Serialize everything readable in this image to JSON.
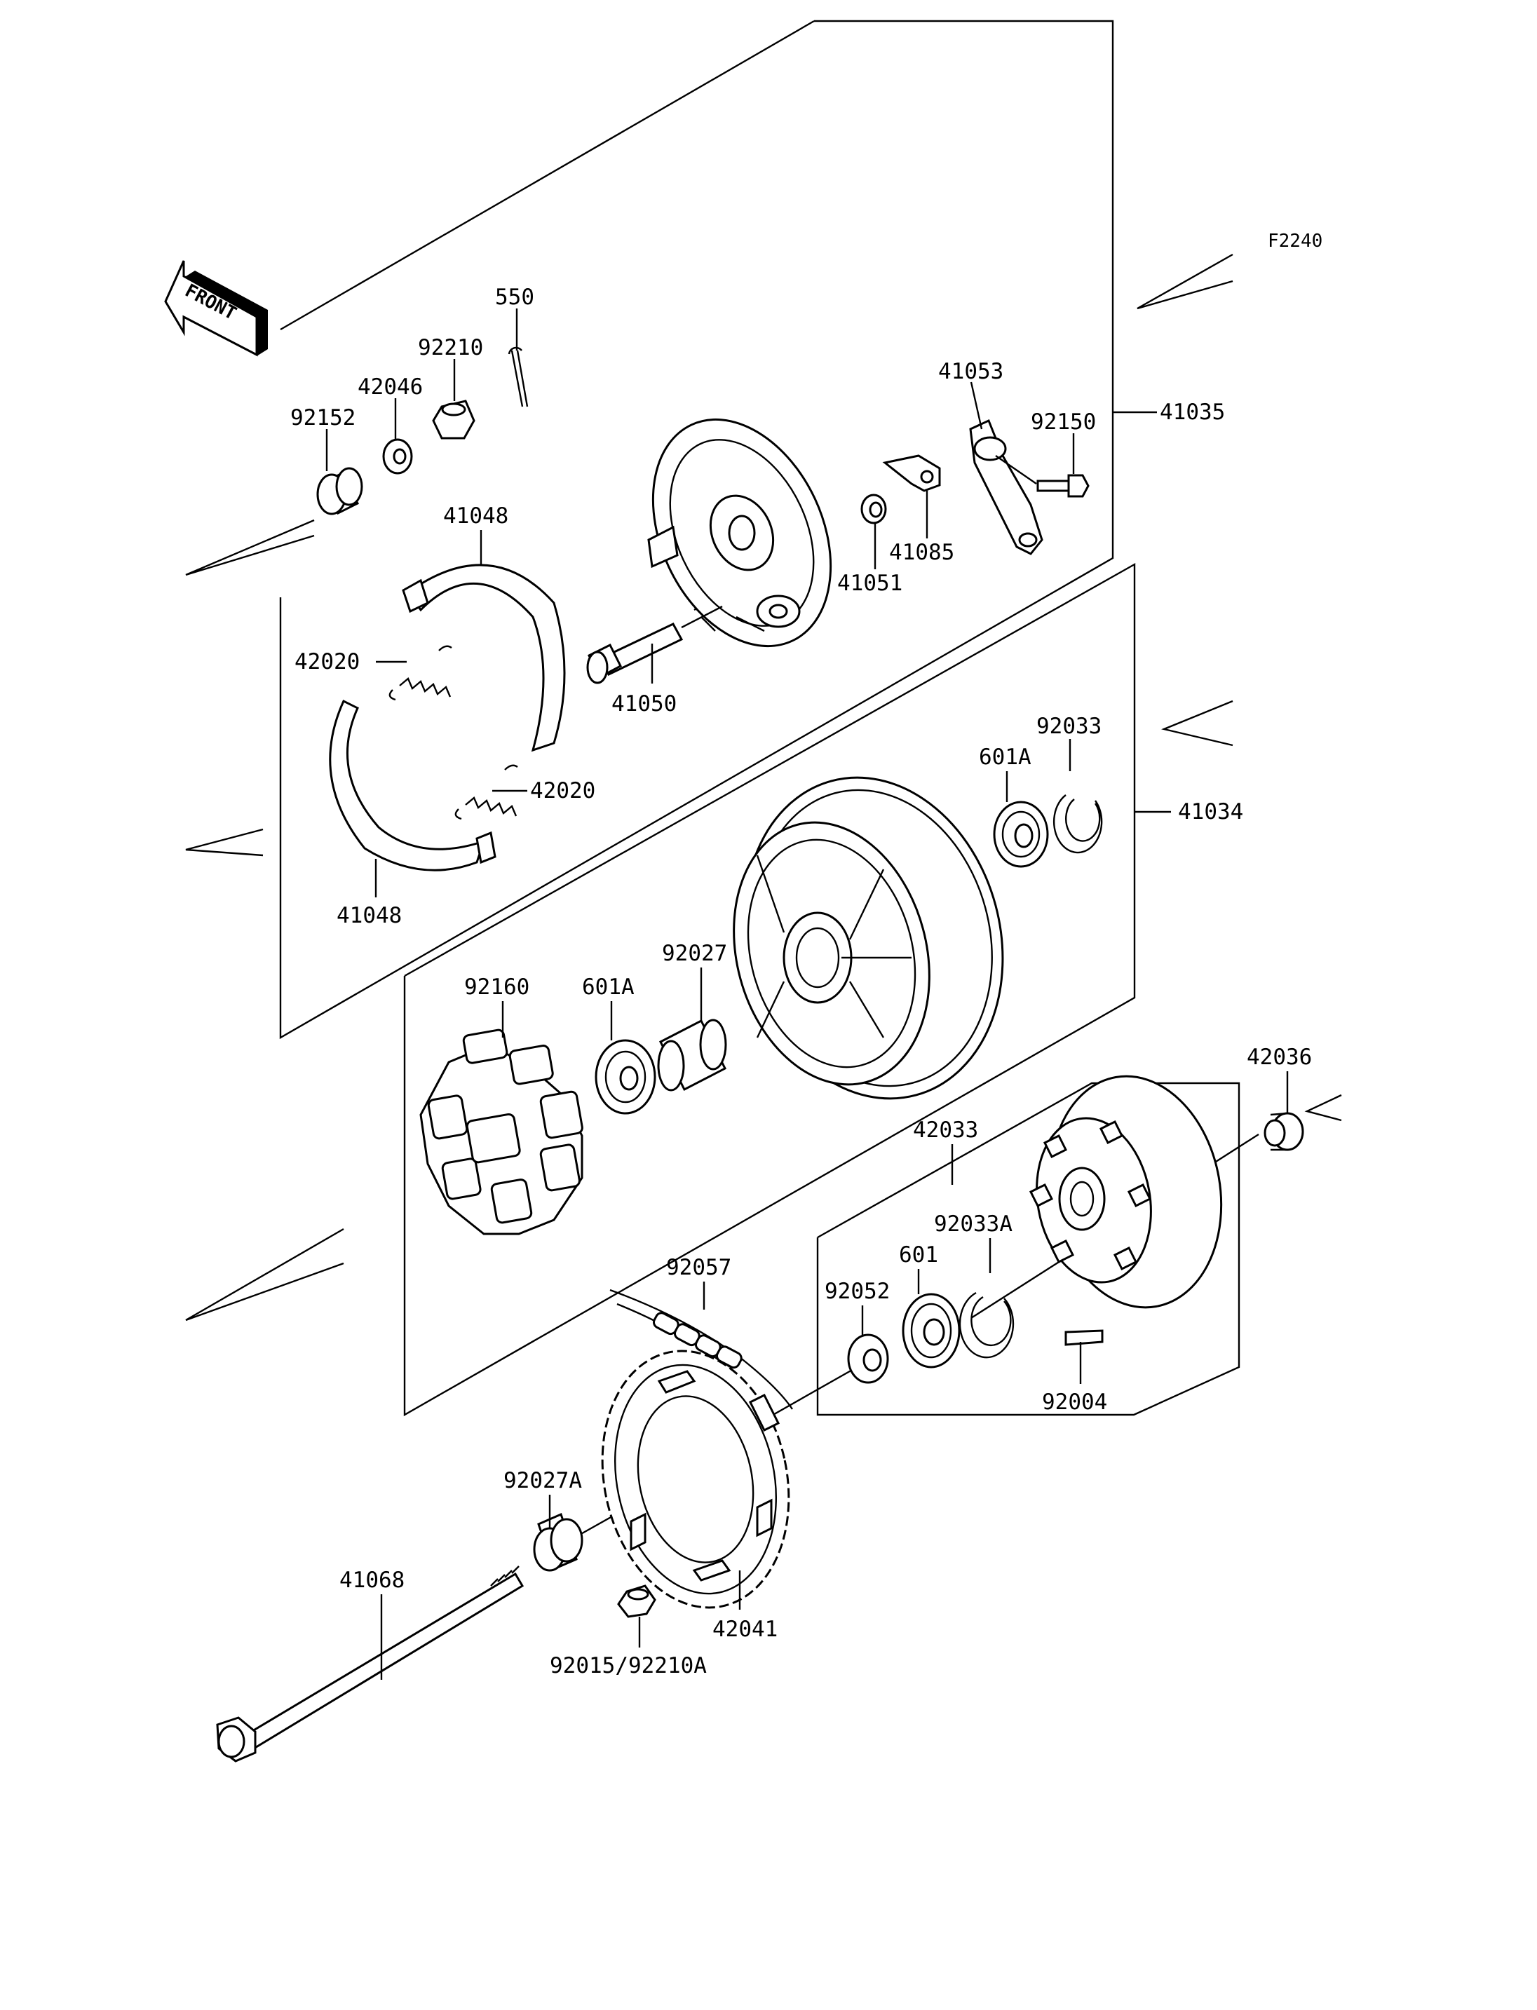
{
  "figure_code": "F2240",
  "front_label": "FRONT",
  "labels": {
    "p550": "550",
    "p92210": "92210",
    "p42046": "42046",
    "p92152": "92152",
    "p41053": "41053",
    "p92150": "92150",
    "p41035": "41035",
    "p41048_top": "41048",
    "p41085": "41085",
    "p41051": "41051",
    "p42020_top": "42020",
    "p41050": "41050",
    "p92033": "92033",
    "p601A_right": "601A",
    "p41034": "41034",
    "p42020_bottom": "42020",
    "p41048_bottom": "41048",
    "p92160": "92160",
    "p601A_left": "601A",
    "p92027": "92027",
    "p42036": "42036",
    "p42033": "42033",
    "p92033A": "92033A",
    "p601": "601",
    "p92057": "92057",
    "p92052": "92052",
    "p92004": "92004",
    "p92027A": "92027A",
    "p41068": "41068",
    "p42041": "42041",
    "p92015_92210A": "92015/92210A"
  }
}
